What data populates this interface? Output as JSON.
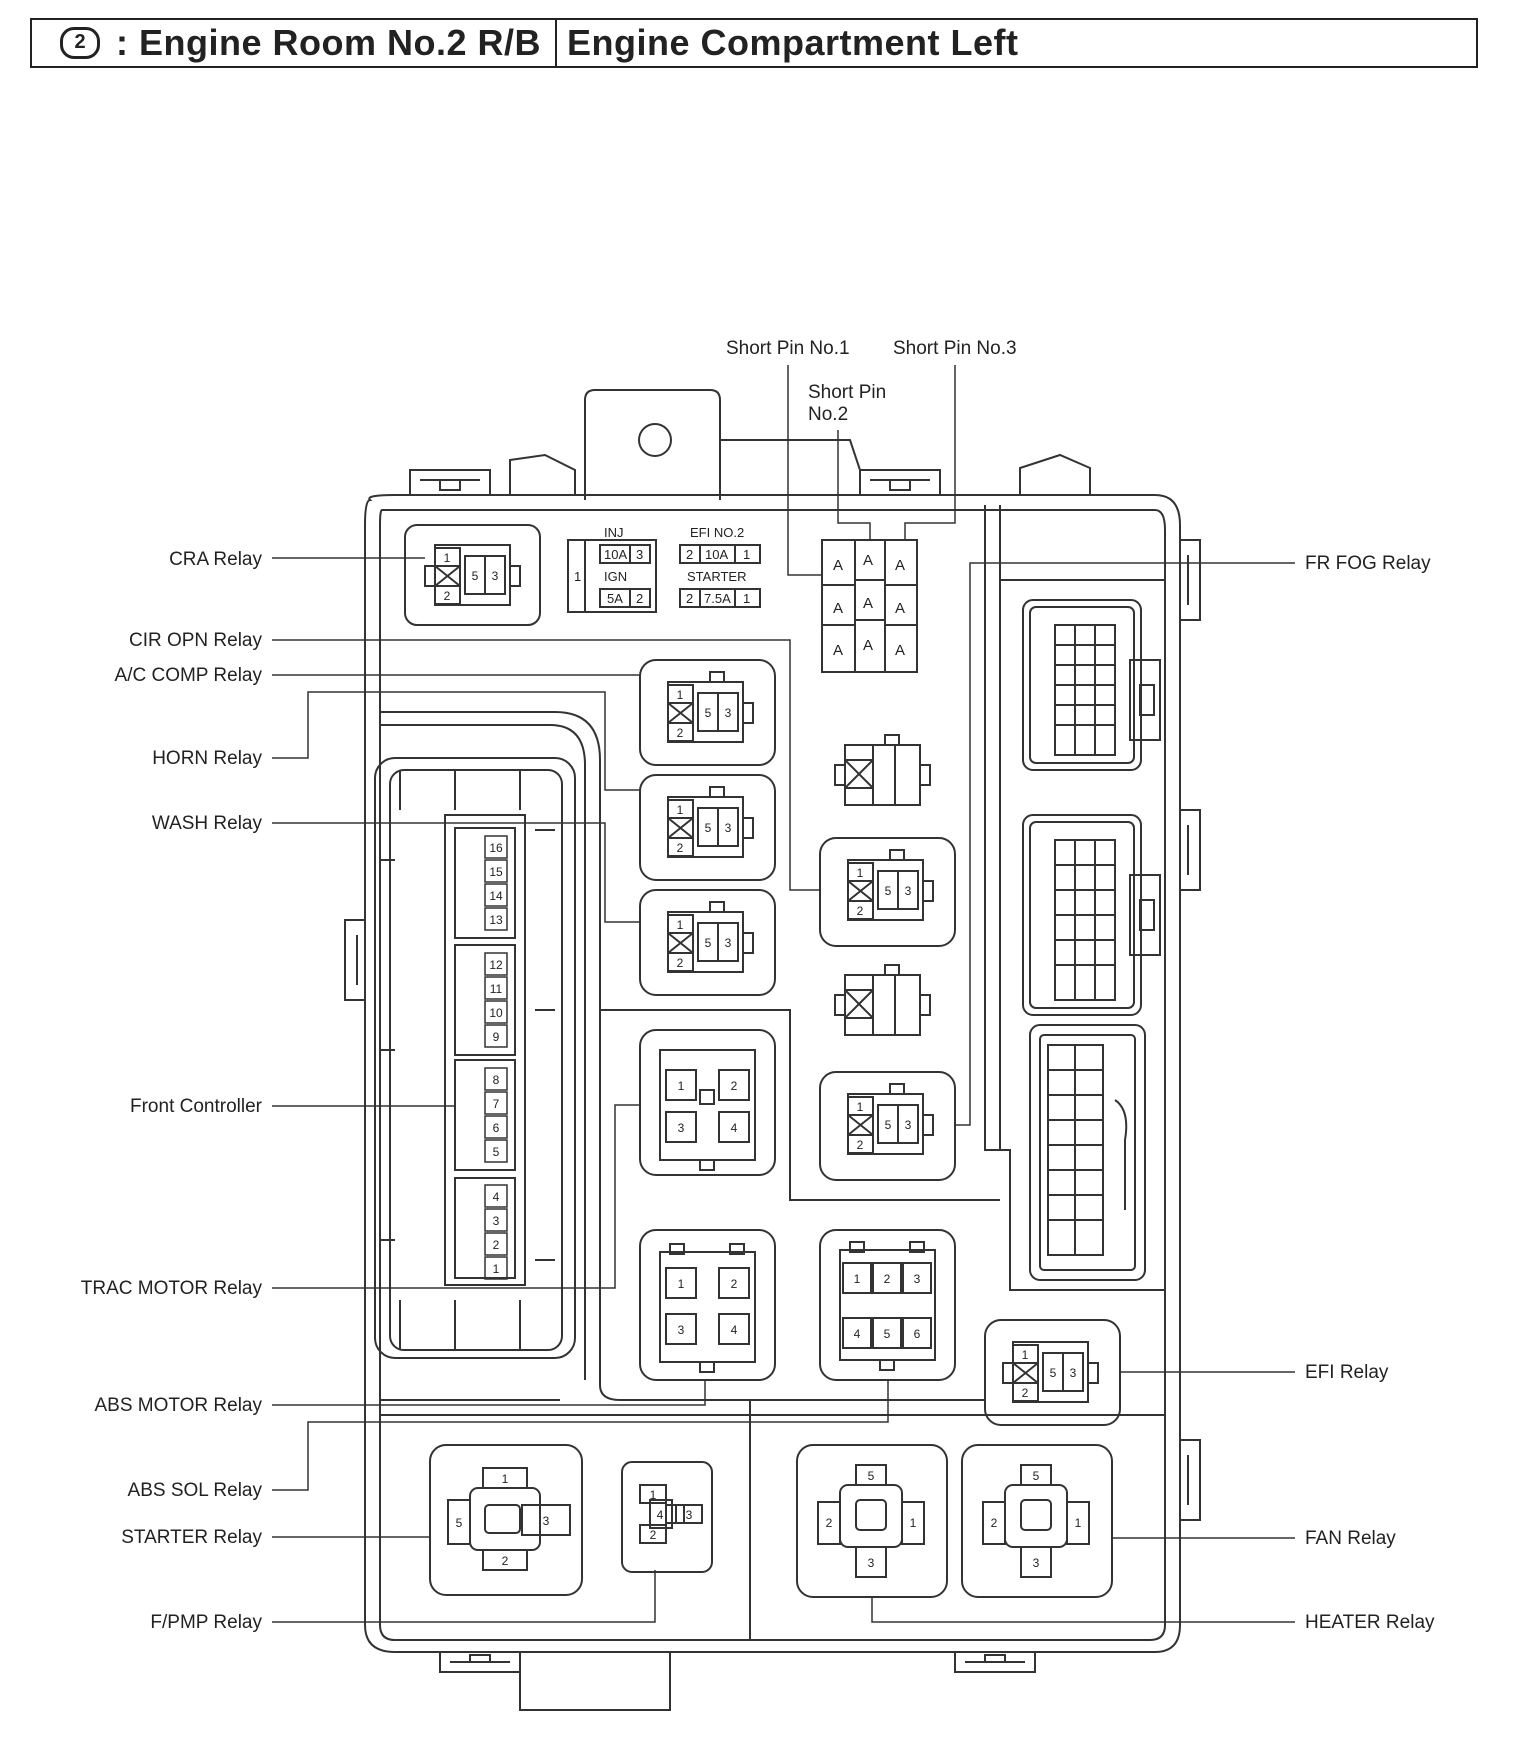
{
  "header": {
    "badge": "2",
    "title": ": Engine Room No.2 R/B",
    "location": "Engine Compartment Left"
  },
  "left_labels": {
    "cra": "CRA Relay",
    "cir_opn": "CIR OPN Relay",
    "ac_comp": "A/C COMP Relay",
    "horn": "HORN Relay",
    "wash": "WASH Relay",
    "front_controller": "Front Controller",
    "trac_motor": "TRAC MOTOR Relay",
    "abs_motor": "ABS MOTOR Relay",
    "abs_sol": "ABS SOL Relay",
    "starter": "STARTER Relay",
    "fpmp": "F/PMP Relay"
  },
  "right_labels": {
    "fr_fog": "FR FOG Relay",
    "efi": "EFI Relay",
    "fan": "FAN Relay",
    "heater": "HEATER Relay"
  },
  "top_labels": {
    "short_pin_1": "Short Pin No.1",
    "short_pin_2a": "Short Pin",
    "short_pin_2b": "No.2",
    "short_pin_3": "Short Pin No.3"
  },
  "fuses": {
    "inj": "INJ",
    "inj_amp": "10A",
    "inj_pin_left": "1",
    "inj_pin_right": "3",
    "ign": "IGN",
    "ign_amp": "5A",
    "ign_pin_right": "2",
    "efi_no2": "EFI NO.2",
    "efi_no2_amp": "10A",
    "efi_no2_pin_left": "2",
    "efi_no2_pin_right": "1",
    "starter": "STARTER",
    "starter_amp": "7.5A",
    "starter_pin_left": "2",
    "starter_pin_right": "1"
  },
  "short_pin_letter": "A",
  "relay_pins": {
    "p1": "1",
    "p2": "2",
    "p3": "3",
    "p4": "4",
    "p5": "5",
    "p6": "6"
  },
  "controller_pins": [
    "16",
    "15",
    "14",
    "13",
    "12",
    "11",
    "10",
    "9",
    "8",
    "7",
    "6",
    "5",
    "4",
    "3",
    "2",
    "1"
  ]
}
